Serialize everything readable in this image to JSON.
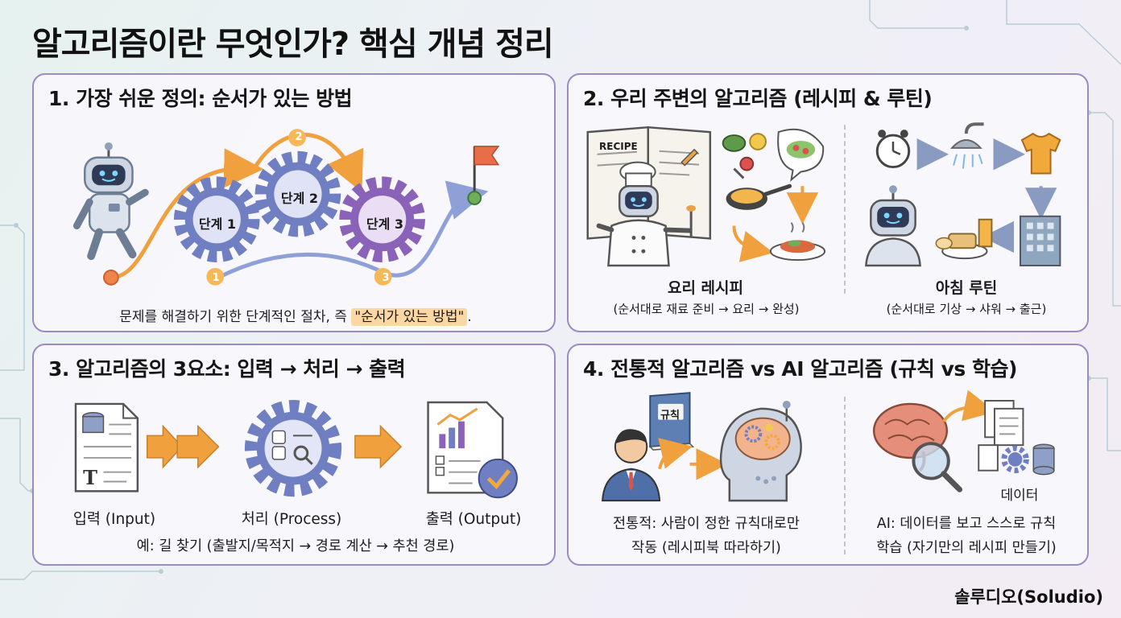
{
  "title": "알고리즘이란 무엇인가? 핵심 개념 정리",
  "sections": [
    {
      "title": "1. 가장 쉬운 정의: 순서가 있는 방법",
      "steps": [
        "단계 1",
        "단계 2",
        "단계 3"
      ],
      "step_badges": [
        "1",
        "2",
        "3"
      ],
      "caption_prefix": "문제를 해결하기 위한 단계적인 절차, 즉 ",
      "caption_highlight": "\"순서가 있는 방법\"",
      "caption_suffix": "."
    },
    {
      "title": "2. 우리 주변의 알고리즘 (레시피 & 루틴)",
      "book_label": "RECIPE",
      "left_label": "요리 레시피",
      "left_sub": "(순서대로 재료 준비 → 요리 → 완성)",
      "right_label": "아침 루틴",
      "right_sub": "(순서대로 기상 → 샤워 → 출근)"
    },
    {
      "title": "3. 알고리즘의 3요소: 입력 → 처리 → 출력",
      "labels": [
        "입력 (Input)",
        "처리 (Process)",
        "출력 (Output)"
      ],
      "example": "예: 길 찾기 (출발지/목적지 → 경로 계산 → 추천 경로)"
    },
    {
      "title": "4. 전통적 알고리즘 vs AI 알고리즘 (규칙 vs 학습)",
      "book_label": "규칙",
      "data_label": "데이터",
      "left_line1": "전통적: 사람이 정한 규칙대로만",
      "left_line2": "작동 (레시피북 따라하기)",
      "right_line1": "AI: 데이터를 보고 스스로 규칙",
      "right_line2": "학습 (자기만의 레시피 만들기)"
    }
  ],
  "footer": "솔루디오(Soludio)",
  "colors": {
    "panel_border": "#9a8bc2",
    "accent_orange": "#f0a03c",
    "gear_blue": "#6f7fc2",
    "gear_purple": "#8a62b8",
    "highlight": "#fbd7a4"
  }
}
